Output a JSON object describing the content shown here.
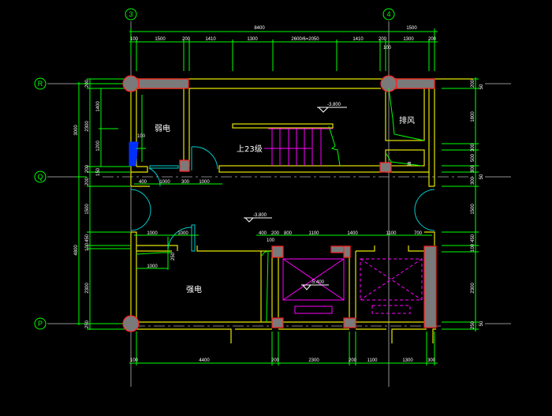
{
  "axes": {
    "col3": "3",
    "col4": "4",
    "rowR": "R",
    "rowQ": "Q",
    "rowP": "P"
  },
  "top_overall": [
    "8400",
    "1500"
  ],
  "top_segments": [
    "100",
    "1500",
    "200",
    "1410",
    "1300",
    "2600/6=2050",
    "1410",
    "200",
    "1300",
    "200"
  ],
  "top_extra": "100",
  "bottom_segments": [
    "100",
    "4400",
    "200",
    "2300",
    "200",
    "1100",
    "1300",
    "300"
  ],
  "left_overall": [
    "3000",
    "4800"
  ],
  "left_segments": [
    "200",
    "2300",
    "200",
    "200",
    "1500",
    "450",
    "100",
    "2300",
    "250"
  ],
  "left_inner": [
    "1400",
    "1200",
    "150"
  ],
  "right_segments": [
    "200",
    "1800",
    "300",
    "500",
    "300",
    "300",
    "1500",
    "450",
    "100",
    "2300",
    "250"
  ],
  "right_outer": [
    "50",
    "50",
    "50"
  ],
  "levels": [
    "-3.800",
    "-3.800",
    "-5.400"
  ],
  "rooms": {
    "upper_left": "弱电",
    "lower_left": "强电",
    "upper_right": "排风",
    "small_right": "风"
  },
  "stair_label": "上23级",
  "inner_dims": {
    "door_row": [
      "400",
      "1000",
      "300",
      "1000"
    ],
    "lower_row": [
      "1000",
      "1000"
    ],
    "lower_row2": "1000",
    "small": "250",
    "stair_w": "100",
    "elev_row": [
      "400",
      "200",
      "800",
      "1100",
      "1400",
      "1100",
      "700"
    ],
    "elev_sub": "100"
  }
}
